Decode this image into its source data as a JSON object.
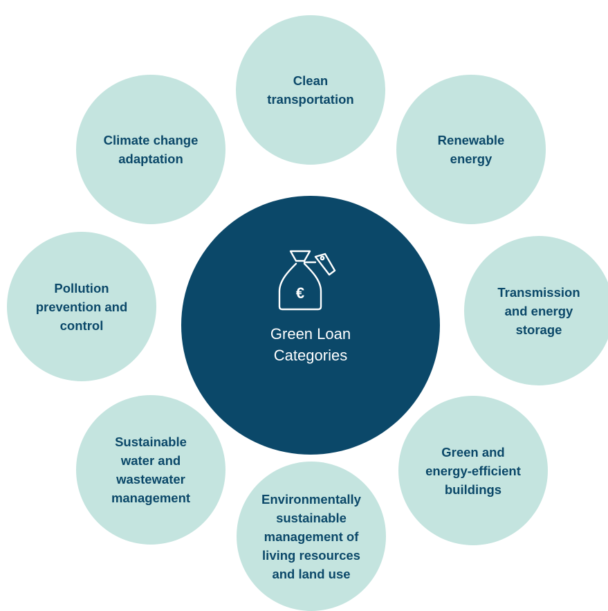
{
  "colors": {
    "satellite_fill": "#c4e4df",
    "center_fill": "#0b4869",
    "label_text": "#0b4869",
    "center_text": "#ffffff"
  },
  "center": {
    "title": "Green Loan\nCategories",
    "icon": "money-bag-euro-icon",
    "currency_symbol": "€"
  },
  "categories": [
    {
      "label": "Clean\ntransportation"
    },
    {
      "label": "Renewable\nenergy"
    },
    {
      "label": "Transmission\nand energy\nstorage"
    },
    {
      "label": "Green and\nenergy-efficient\nbuildings"
    },
    {
      "label": "Environmentally\nsustainable\nmanagement of\nliving resources\nand land use"
    },
    {
      "label": "Sustainable\nwater and\nwastewater\nmanagement"
    },
    {
      "label": "Pollution\nprevention and\ncontrol"
    },
    {
      "label": "Climate change\nadaptation"
    }
  ]
}
